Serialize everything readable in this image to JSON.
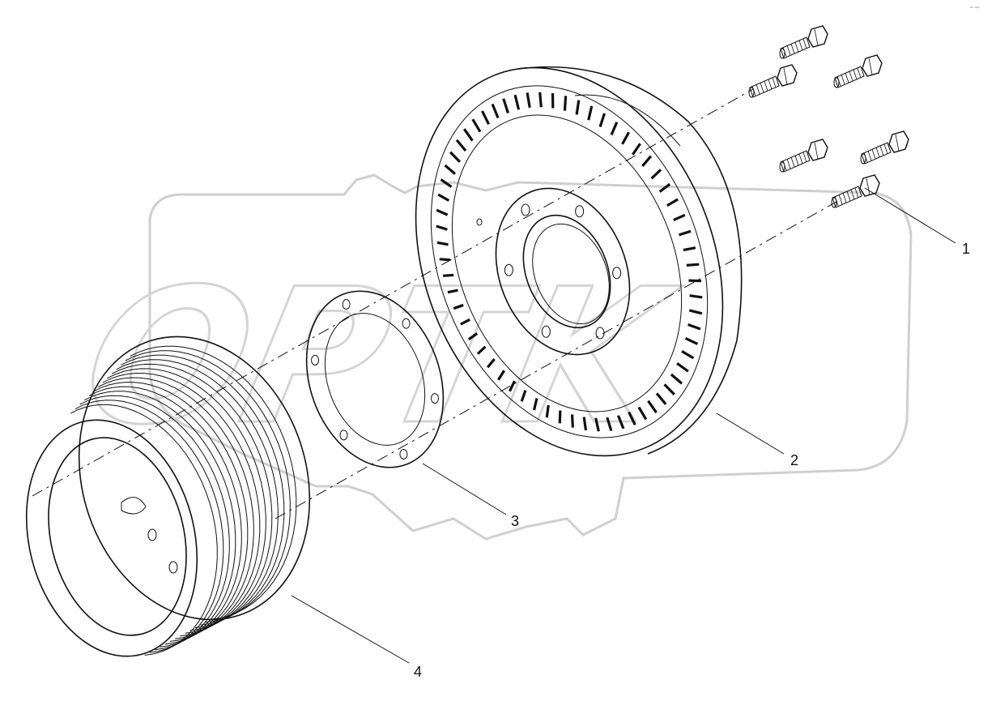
{
  "diagram": {
    "callouts": [
      {
        "id": "1",
        "label": "1",
        "part": "bolt"
      },
      {
        "id": "2",
        "label": "2",
        "part": "damper"
      },
      {
        "id": "3",
        "label": "3",
        "part": "spacer-plate"
      },
      {
        "id": "4",
        "label": "4",
        "part": "pulley"
      }
    ],
    "bolt_count": 6,
    "damper_slot_count": 64,
    "spacer_hole_count": 6,
    "pulley_groove_count": 14,
    "watermark_text": "OPTK",
    "corner_mark": "⁰⁰ ⁰⁰⁰"
  }
}
